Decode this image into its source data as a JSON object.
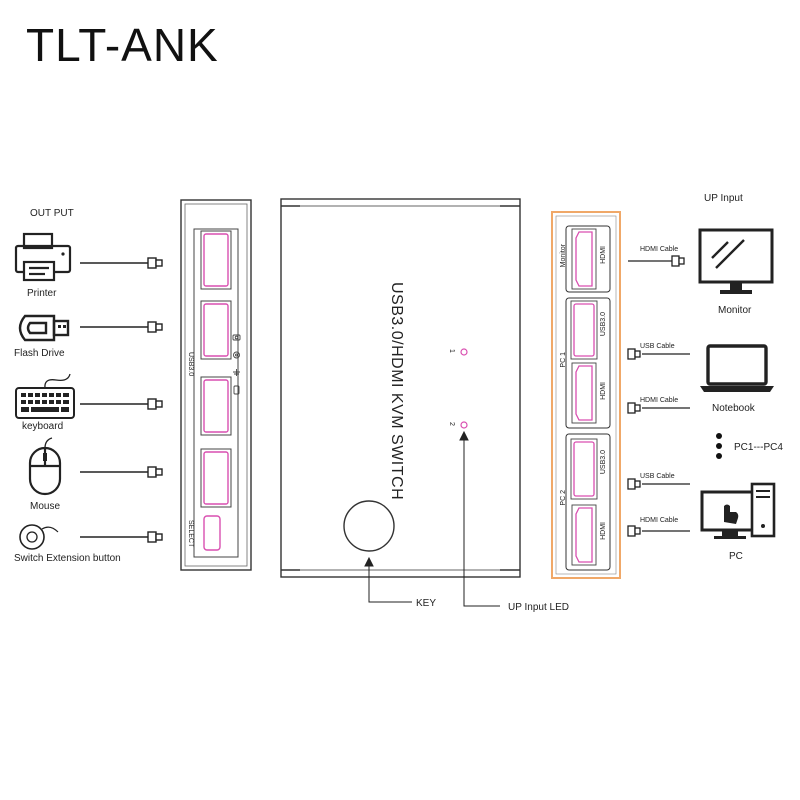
{
  "brand": "TLT-ANK",
  "output": {
    "heading": "OUT PUT",
    "devices": [
      {
        "label": "Printer",
        "icon": "printer-icon"
      },
      {
        "label": "Flash Drive",
        "icon": "flash-drive-icon"
      },
      {
        "label": "keyboard",
        "icon": "keyboard-icon"
      },
      {
        "label": "Mouse",
        "icon": "mouse-icon"
      },
      {
        "label": "Switch Extension button",
        "icon": "extension-button-icon"
      }
    ]
  },
  "front_panel": {
    "usb_label": "USB3.0",
    "select_label": "SELECT",
    "port_icons": [
      "camera-icon",
      "speaker-icon",
      "usb-icon",
      "phone-icon"
    ]
  },
  "device": {
    "title": "USB3.0/HDMI KVM SWITCH",
    "led_numbers": [
      "1",
      "2"
    ],
    "key_label": "KEY",
    "led_label": "UP Input  LED"
  },
  "back_panel": {
    "border_color": "#f0a868",
    "monitor_label": "Monitor",
    "hdmi_label": "HDMI",
    "usb_label": "USB3.0",
    "pc1_label": "PC 1",
    "pc2_label": "PC 2"
  },
  "input": {
    "heading": "UP Input",
    "cables": {
      "hdmi": "HDMI Cable",
      "usb": "USB Cable"
    },
    "devices": [
      {
        "label": "Monitor",
        "icon": "monitor-icon"
      },
      {
        "label": "Notebook",
        "icon": "notebook-icon"
      },
      {
        "label": "PC1---PC4",
        "icon": "ellipsis-dots-icon"
      },
      {
        "label": "PC",
        "icon": "desktop-pc-icon"
      }
    ]
  },
  "colors": {
    "line": "#222222",
    "port_pink": "#d94fb0",
    "panel_orange": "#f0a868"
  }
}
